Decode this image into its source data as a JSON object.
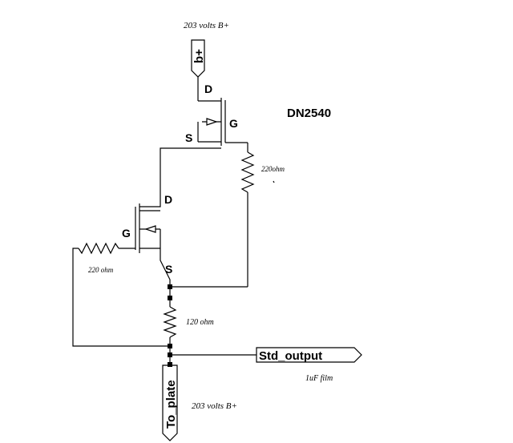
{
  "labels": {
    "supply_top": "203 volts B+",
    "port_bplus": "b+",
    "q1_drain": "D",
    "q1_gate": "G",
    "q1_source": "S",
    "part_name": "DN2540",
    "r_gate_top": "220ohm",
    "q2_drain": "D",
    "q2_gate": "G",
    "q2_source": "S",
    "r_gate_bottom": "220 ohm",
    "r_load": "120 ohm",
    "port_std_output": "Std_output",
    "cap_note": "1uF film",
    "port_to_plate": "To_plate",
    "supply_bottom": "203 volts B+"
  }
}
